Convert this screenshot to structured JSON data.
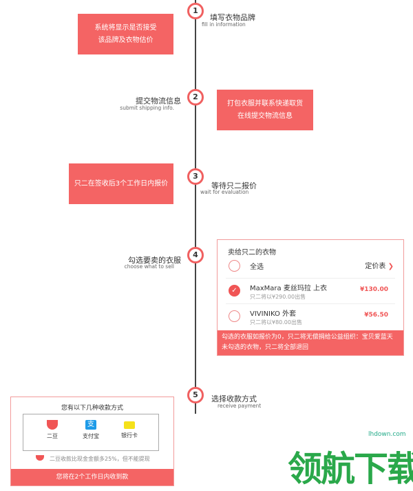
{
  "steps": [
    {
      "num": "1",
      "title": "填写衣物品牌",
      "sub": "fill in information",
      "note": [
        "系统将显示是否接受",
        "该品牌及衣物估价"
      ]
    },
    {
      "num": "2",
      "title": "提交物流信息",
      "sub": "submit shipping info.",
      "note": [
        "打包衣服并联系快递取货",
        "在线提交物流信息"
      ]
    },
    {
      "num": "3",
      "title": "等待只二报价",
      "sub": "wait for evaluation",
      "note": [
        "只二在签收后3个工作日内报价"
      ]
    },
    {
      "num": "4",
      "title": "勾选要卖的衣服",
      "sub": "choose what to sell"
    },
    {
      "num": "5",
      "title": "选择收款方式",
      "sub": "receive payment"
    }
  ],
  "sell_card": {
    "title": "卖给只二的衣物",
    "select_all": "全选",
    "price_table": "定价表",
    "items": [
      {
        "name": "MaxMara 麦丝玛拉 上衣",
        "desc": "只二将以¥290.00出售",
        "price": "¥130.00",
        "checked": true
      },
      {
        "name": "VIVINIKO 外套",
        "desc": "只二将以¥80.00出售",
        "price": "¥56.50",
        "checked": false
      }
    ],
    "footer": [
      "勾选的衣服如报价为0，只二将无偿捐给公益组织：宝贝爱蓝天",
      "未勾选的衣物，只二将全部退回"
    ]
  },
  "pay_card": {
    "title": "您有以下几种收款方式",
    "methods": [
      {
        "label": "二豆",
        "icon": "erdou-icon",
        "color": "#f05555"
      },
      {
        "label": "支付宝",
        "icon": "alipay-icon",
        "color": "#1e9be8"
      },
      {
        "label": "银行卡",
        "icon": "bank-card-icon",
        "color": "#f5e11a"
      }
    ],
    "note": "二豆收款比现金金额多25%，但不能提现",
    "footer": "您将在2个工作日内收到款"
  },
  "watermark": {
    "text": "领航下载",
    "url": "lhdown.com"
  },
  "accent": "#f46464"
}
